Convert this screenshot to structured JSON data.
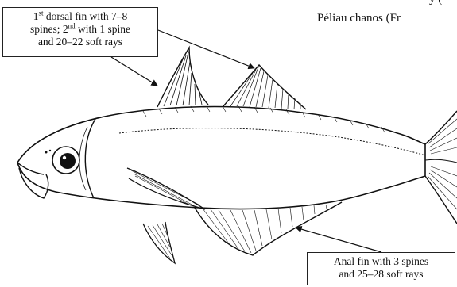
{
  "header": {
    "top_fragment": "y (",
    "name_fragment": "Péliau chanos (Fr"
  },
  "callouts": {
    "dorsal": {
      "line1_a": "1",
      "line1_sup": "st",
      "line1_b": " dorsal fin with 7–8",
      "line2_a": "spines; 2",
      "line2_sup": "nd",
      "line2_b": " with 1 spine",
      "line3": "and 20–22 soft rays"
    },
    "anal": {
      "line1": "Anal fin with 3 spines",
      "line2": "and 25–28 soft rays"
    }
  },
  "illustration": {
    "subject": "fish",
    "colors": {
      "ink": "#111111",
      "background": "#ffffff"
    }
  }
}
